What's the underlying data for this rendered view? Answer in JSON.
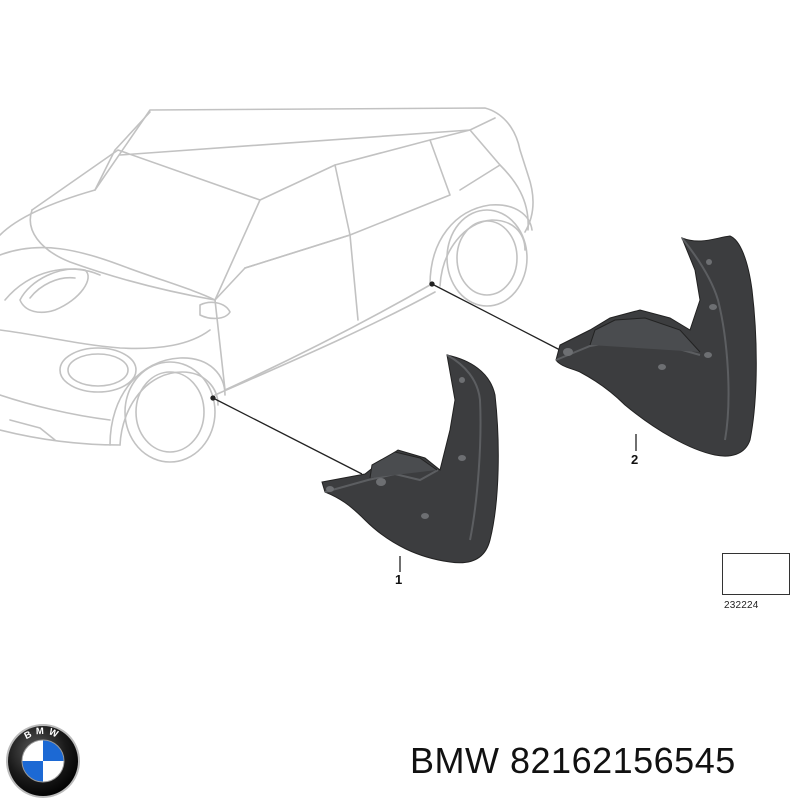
{
  "diagram": {
    "callouts": [
      "1",
      "2"
    ],
    "reference_number": "232224"
  },
  "footer": {
    "brand": "BMW",
    "part_number": "82162156545",
    "logo_letters": "BMW"
  },
  "colors": {
    "car_outline": "#c8c8c8",
    "mudflap_dark": "#3c3d3f",
    "mudflap_mid": "#55575a",
    "leader_line": "#222222",
    "logo_blue": "#1c69d4"
  },
  "icons": [
    "bmw-logo-icon",
    "arrow-reference-icon"
  ]
}
